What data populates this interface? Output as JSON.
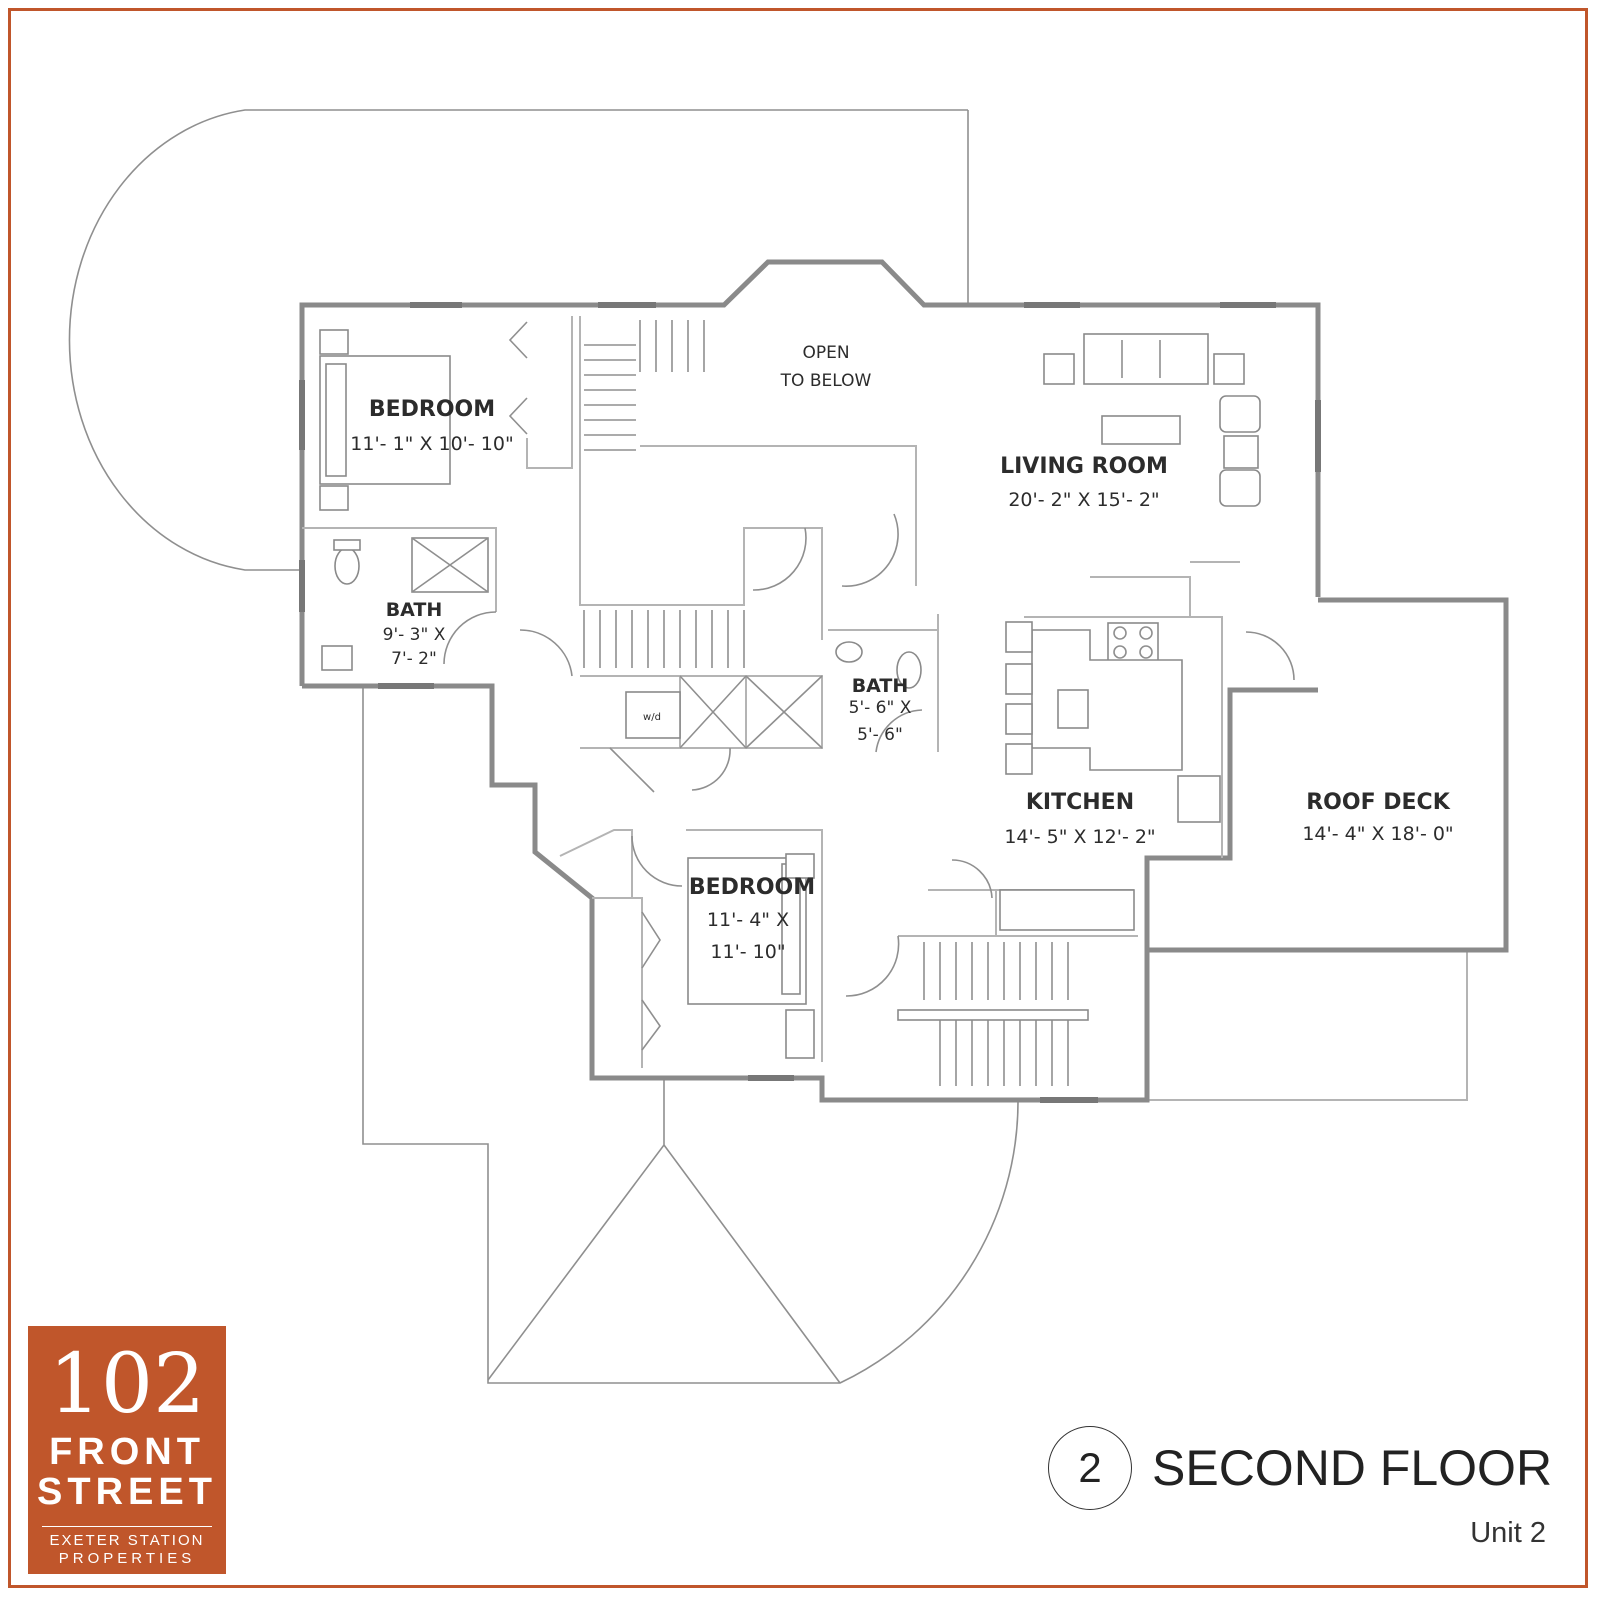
{
  "rooms": {
    "bedroom_1": {
      "name": "BEDROOM",
      "dims": "11'- 1\" X 10'- 10\""
    },
    "bath_1": {
      "name": "BATH",
      "dims_line1": "9'- 3\" X",
      "dims_line2": "7'- 2\""
    },
    "open_to_below": {
      "line1": "OPEN",
      "line2": "TO BELOW"
    },
    "living_room": {
      "name": "LIVING ROOM",
      "dims": "20'- 2\" X 15'- 2\""
    },
    "bath_2": {
      "name": "BATH",
      "dims_line1": "5'- 6\" X",
      "dims_line2": "5'- 6\""
    },
    "kitchen": {
      "name": "KITCHEN",
      "dims": "14'- 5\" X 12'- 2\""
    },
    "roof_deck": {
      "name": "ROOF DECK",
      "dims": "14'- 4\" X 18'- 0\""
    },
    "bedroom_2": {
      "name": "BEDROOM",
      "dims_line1": "11'- 4\" X",
      "dims_line2": "11'- 10\""
    },
    "laundry": {
      "label": "w/d"
    }
  },
  "logo": {
    "number": "102",
    "line1": "FRONT",
    "line2": "STREET",
    "sub1": "EXETER STATION",
    "sub2": "PROPERTIES"
  },
  "floor": {
    "number": "2",
    "title": "SECOND FLOOR",
    "unit": "Unit 2"
  },
  "colors": {
    "brand": "#c0562b",
    "wall": "#8a8a8a",
    "text": "#2c2c2c"
  }
}
